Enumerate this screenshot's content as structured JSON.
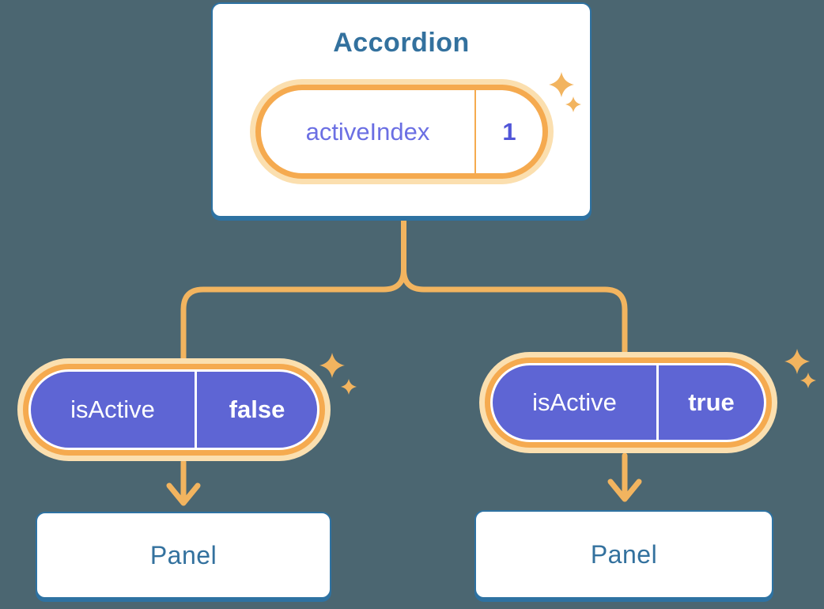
{
  "diagram": {
    "description": "Component tree diagram showing state lifted to an Accordion parent passing isActive props to two Panel children",
    "root": {
      "title": "Accordion",
      "state": {
        "name": "activeIndex",
        "value": "1"
      }
    },
    "children": [
      {
        "prop": {
          "name": "isActive",
          "value": "false"
        },
        "label": "Panel"
      },
      {
        "prop": {
          "name": "isActive",
          "value": "true"
        },
        "label": "Panel"
      }
    ]
  },
  "colors": {
    "background": "#4B6671",
    "card-bg": "#FFFFFF",
    "blue-border": "#2E72A2",
    "blue-text": "#33719E",
    "orange-border": "#F5AA4F",
    "orange-halo": "#FBDFAF",
    "orange-line": "#F2B45F",
    "purple-fill": "#5E65D4",
    "purple-text": "#6B6FE3",
    "purple-value": "#5156D8"
  }
}
